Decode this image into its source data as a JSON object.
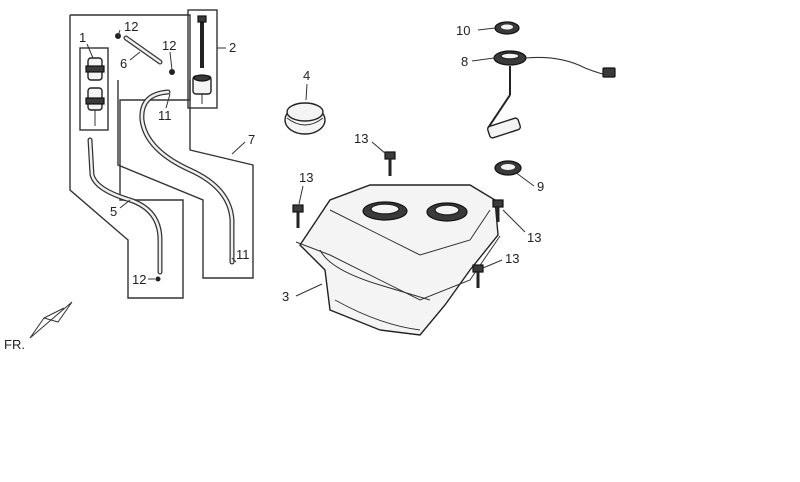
{
  "diagram": {
    "callouts": {
      "c1": "1",
      "c2": "2",
      "c3": "3",
      "c4": "4",
      "c5": "5",
      "c6": "6",
      "c7": "7",
      "c8": "8",
      "c9": "9",
      "c10": "10",
      "c11a": "11",
      "c11b": "11",
      "c12a": "12",
      "c12b": "12",
      "c12c": "12",
      "c13a": "13",
      "c13b": "13",
      "c13c": "13",
      "c13d": "13"
    },
    "direction_label": "FR."
  },
  "colors": {
    "line": "#222222",
    "background": "#ffffff",
    "tank_fill": "#f4f4f4",
    "dark_part": "#3a3a3a"
  }
}
